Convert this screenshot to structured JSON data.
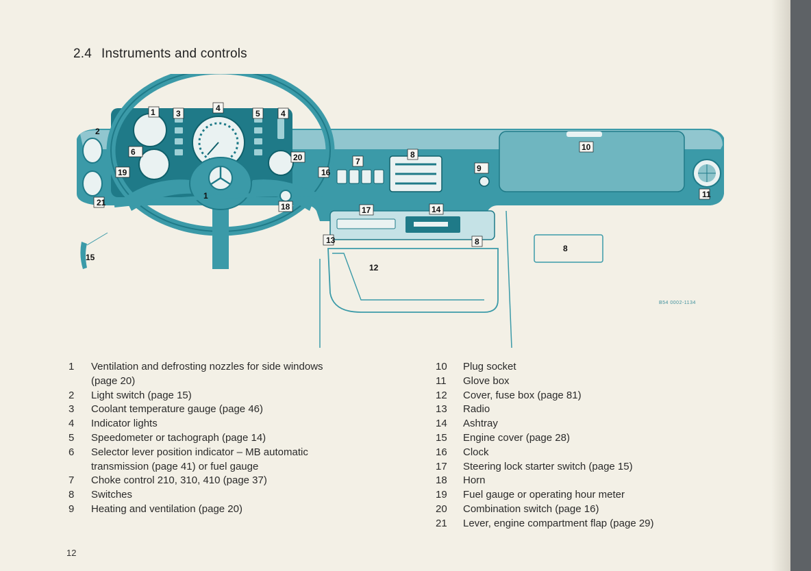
{
  "section": {
    "number": "2.4",
    "title": "Instruments and controls"
  },
  "figure_code": "B54 0002-1134",
  "callouts": [
    "1",
    "2",
    "3",
    "4",
    "5",
    "4",
    "6",
    "19",
    "20",
    "16",
    "7",
    "8",
    "9",
    "10",
    "11",
    "1",
    "18",
    "17",
    "14",
    "13",
    "8",
    "8",
    "12",
    "15",
    "21"
  ],
  "legend_left": [
    {
      "n": "1",
      "text": "Ventilation and defrosting nozzles for side windows"
    },
    {
      "n": "",
      "text": "(page 20)"
    },
    {
      "n": "2",
      "text": "Light switch (page 15)"
    },
    {
      "n": "3",
      "text": "Coolant temperature gauge (page 46)"
    },
    {
      "n": "4",
      "text": "Indicator lights"
    },
    {
      "n": "5",
      "text": "Speedometer or tachograph (page 14)"
    },
    {
      "n": "6",
      "text": "Selector lever position indicator – MB automatic"
    },
    {
      "n": "",
      "text": "transmission (page 41) or fuel gauge"
    },
    {
      "n": "7",
      "text": "Choke control 210, 310, 410 (page 37)"
    },
    {
      "n": "8",
      "text": "Switches"
    },
    {
      "n": "9",
      "text": "Heating and ventilation (page 20)"
    }
  ],
  "legend_right": [
    {
      "n": "10",
      "text": "Plug socket"
    },
    {
      "n": "11",
      "text": "Glove box"
    },
    {
      "n": "12",
      "text": "Cover, fuse box (page 81)"
    },
    {
      "n": "13",
      "text": "Radio"
    },
    {
      "n": "14",
      "text": "Ashtray"
    },
    {
      "n": "15",
      "text": "Engine cover (page 28)"
    },
    {
      "n": "16",
      "text": "Clock"
    },
    {
      "n": "17",
      "text": "Steering lock starter switch (page 15)"
    },
    {
      "n": "18",
      "text": "Horn"
    },
    {
      "n": "19",
      "text": "Fuel gauge or operating hour meter"
    },
    {
      "n": "20",
      "text": "Combination switch (page 16)"
    },
    {
      "n": "21",
      "text": "Lever, engine compartment flap (page 29)"
    }
  ],
  "page_number": "12",
  "colors": {
    "accent": "#3b9aa8",
    "accent_dark": "#1f7a88",
    "paper": "#f3f0e6",
    "text": "#2a2a2a"
  }
}
